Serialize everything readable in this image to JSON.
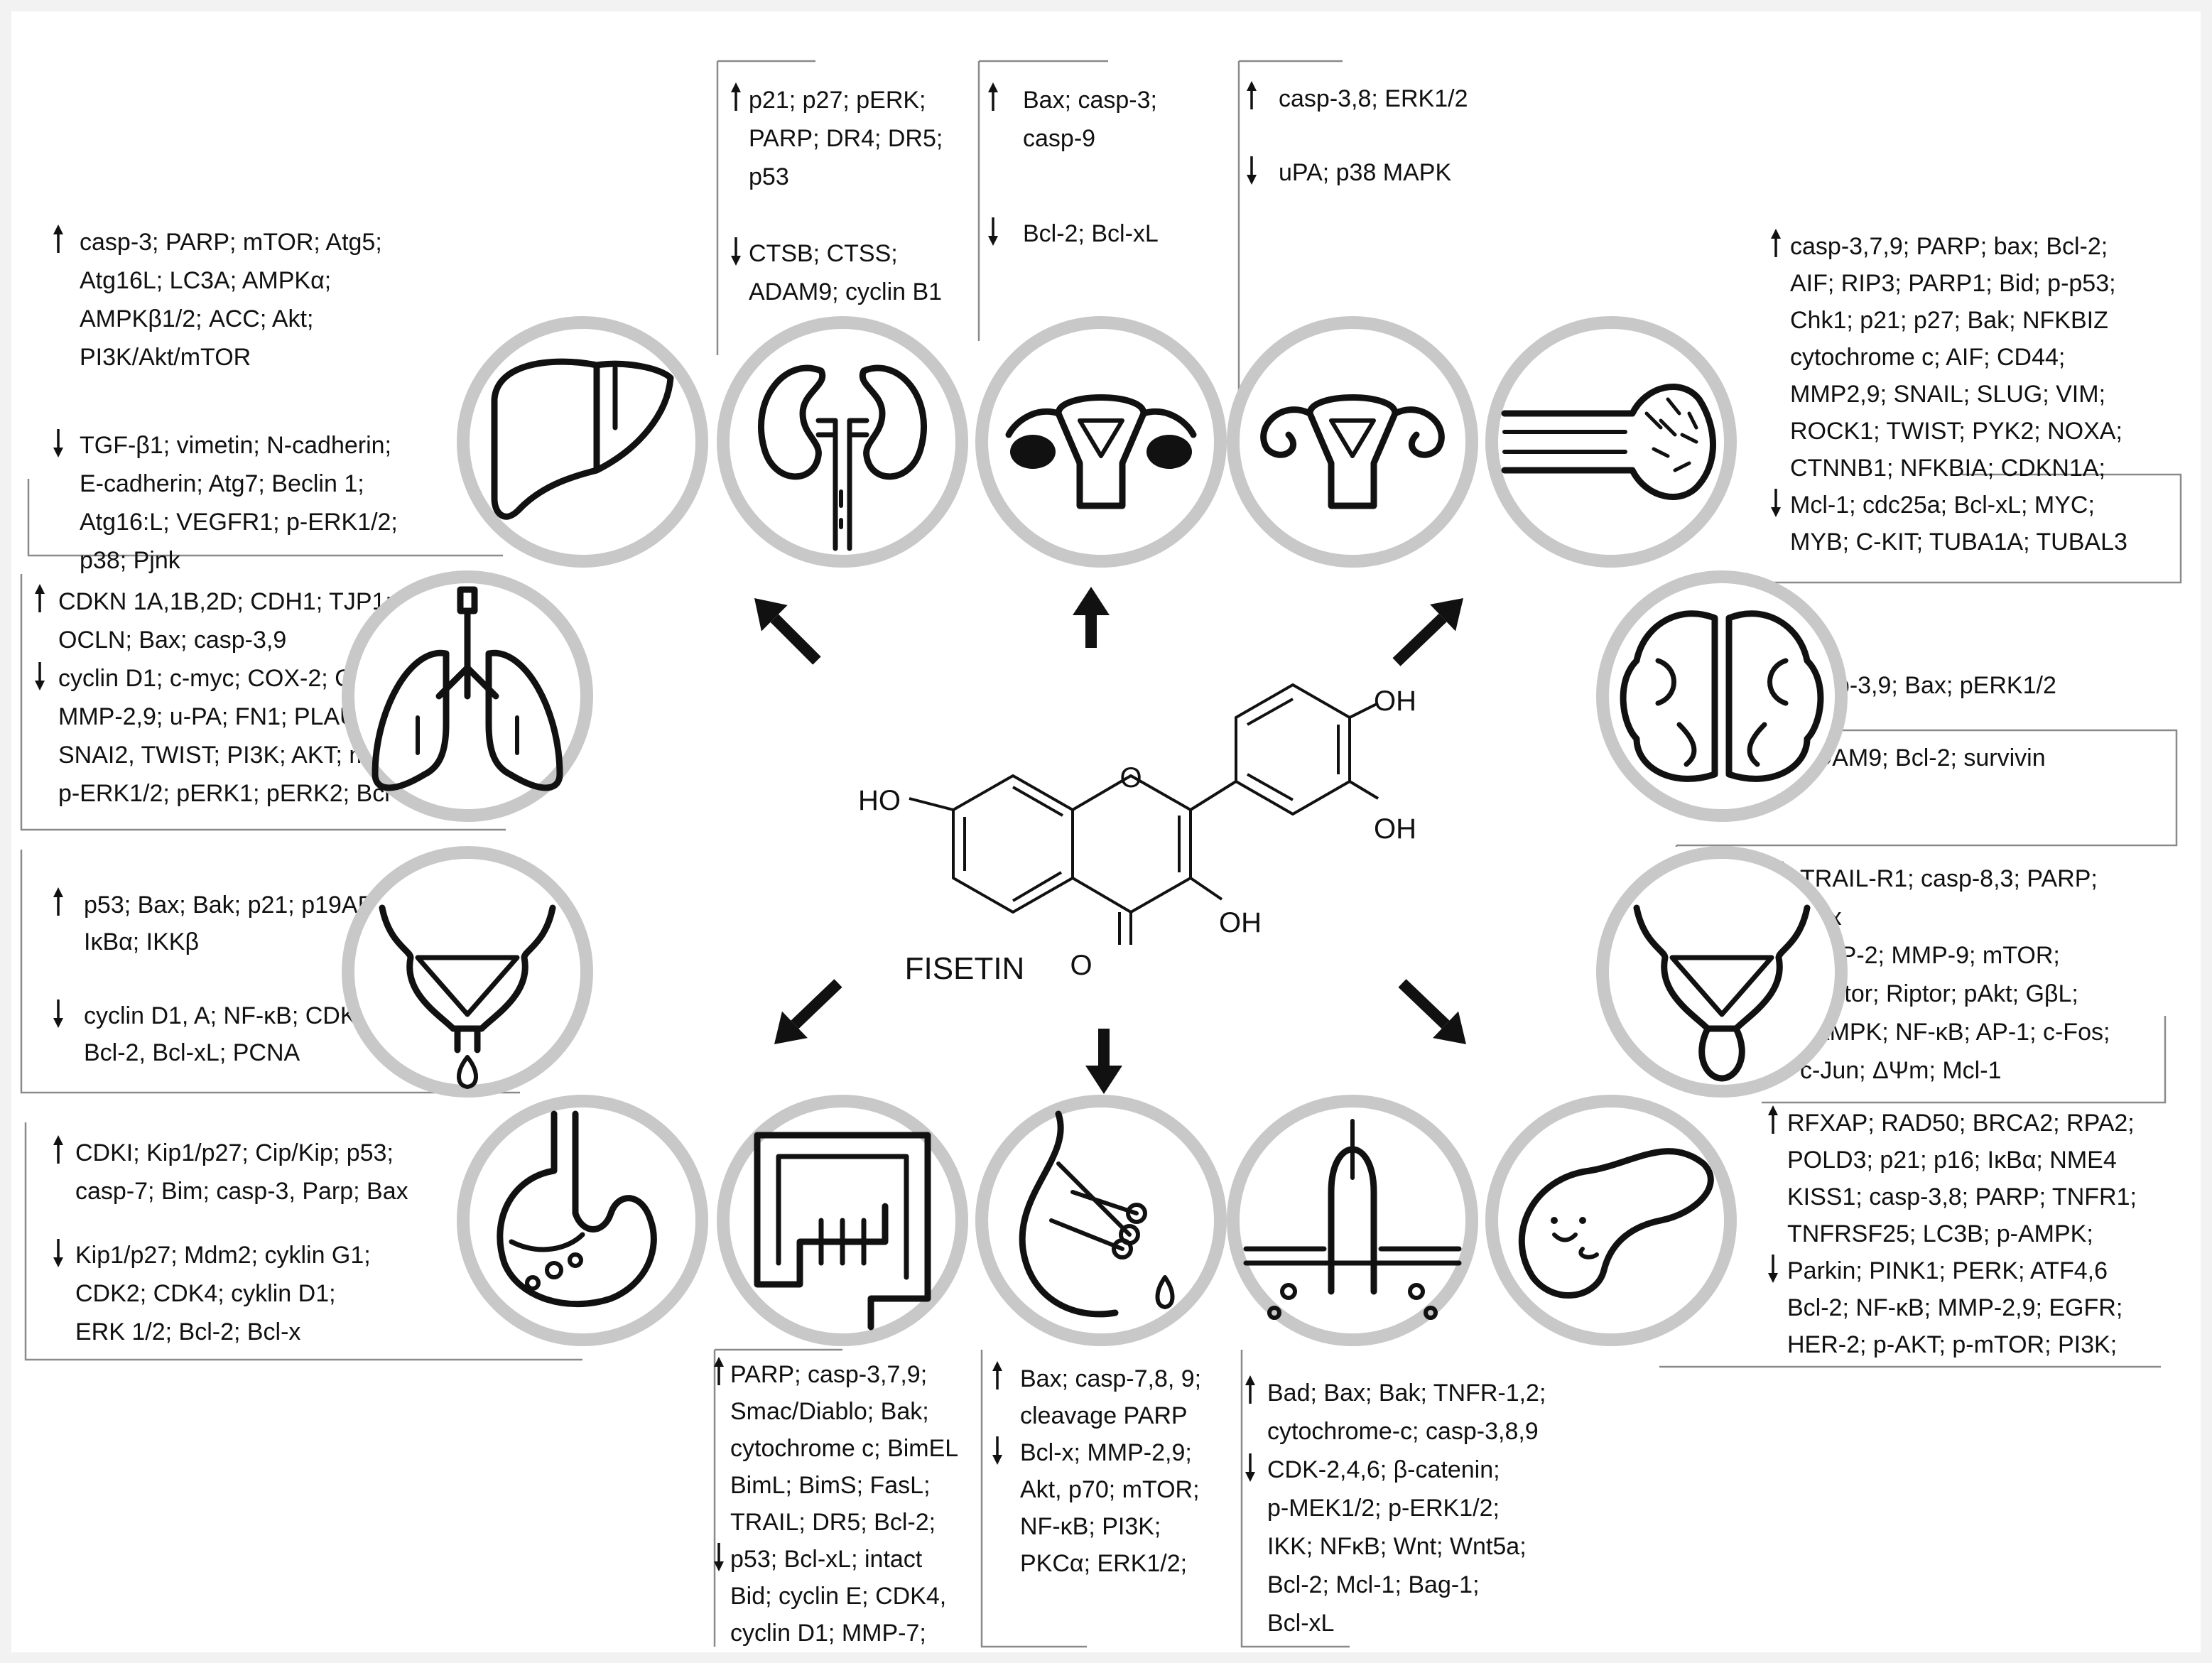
{
  "molecule": {
    "name": "FISETIN",
    "labels": {
      "ho_left": "HO",
      "oh_top": "OH",
      "oh_right": "OH",
      "oh_bottom": "OH",
      "ring_o": "O",
      "carbonyl_o": "O"
    }
  },
  "colors": {
    "icon_circle": "#c8c8c8",
    "ink": "#111111",
    "bracket": "#8a8a8a"
  },
  "organs": [
    {
      "id": "liver",
      "icon": "liver-icon"
    },
    {
      "id": "kidney",
      "icon": "kidney-icon"
    },
    {
      "id": "cervix",
      "icon": "uterus-ovaries-icon"
    },
    {
      "id": "ovary",
      "icon": "uterus-icon"
    },
    {
      "id": "bone",
      "icon": "bone-icon"
    },
    {
      "id": "lung",
      "icon": "lung-icon"
    },
    {
      "id": "brain",
      "icon": "brain-icon"
    },
    {
      "id": "bladder",
      "icon": "bladder-icon"
    },
    {
      "id": "prostate",
      "icon": "prostate-icon"
    },
    {
      "id": "stomach",
      "icon": "stomach-icon"
    },
    {
      "id": "colon",
      "icon": "colon-icon"
    },
    {
      "id": "breast",
      "icon": "breast-icon"
    },
    {
      "id": "skin",
      "icon": "skin-icon"
    },
    {
      "id": "pancreas",
      "icon": "pancreas-icon"
    }
  ],
  "text_blocks": {
    "liver": {
      "up": [
        "casp-3; PARP; mTOR;  Atg5;",
        "Atg16L;  LC3A;  AMPKα;",
        "AMPKβ1/2;  ACC;  Akt;",
        "PI3K/Akt/mTOR"
      ],
      "down": [
        "TGF-β1;  vimetin;  N-cadherin;",
        "E-cadherin; Atg7;  Beclin 1;",
        "Atg16:L;  VEGFR1;  p-ERK1/2;",
        "p38;  Pjnk"
      ]
    },
    "kidney": {
      "up": [
        "p21;  p27;  pERK;",
        "PARP;  DR4;  DR5;",
        "p53"
      ],
      "down": [
        "CTSB;  CTSS;",
        "ADAM9;  cyclin B1"
      ]
    },
    "cervix": {
      "up": [
        "Bax;  casp-3;",
        "casp-9"
      ],
      "down": [
        "Bcl-2;  Bcl-xL"
      ]
    },
    "ovary": {
      "up": [
        "casp-3,8;  ERK1/2"
      ],
      "down": [
        "uPA;  p38 MAPK"
      ]
    },
    "bone": {
      "up": [
        "casp-3,7,9;  PARP;  bax;  Bcl-2;",
        "AIF;  RIP3;  PARP1;  Bid;  p-p53;",
        "Chk1;  p21;  p27;  Bak;  NFKBIZ",
        "cytochrome c;  AIF;  CD44;",
        "MMP2,9;  SNAIL;  SLUG;  VIM;",
        "ROCK1;  TWIST;  PYK2;  NOXA;",
        "CTNNB1;  NFKBIA;  CDKN1A;"
      ],
      "down": [
        "Mcl-1;  cdc25a;  Bcl-xL;  MYC;",
        "MYB;  C-KIT;  TUBA1A;  TUBAL3"
      ]
    },
    "lung": {
      "up": [
        "CDKN 1A,1B,2D;  CDH1;  TJP1;",
        "OCLN;  Bax;  casp-3,9"
      ],
      "down": [
        "cyclin D1;  c-myc;  COX-2;  CDH2;",
        "MMP-2,9;  u-PA;  FN1;  PLAU;",
        "SNAI2,  TWIST;  PI3K;  AKT;  mTOR;",
        "p-ERK1/2;  pERK1;  pERK2;  Bcl-2"
      ]
    },
    "brain": {
      "up": [
        "casp-3,9;  Bax;  pERK1/2"
      ],
      "down": [
        "ADAM9;  Bcl-2;  survivin"
      ]
    },
    "bladder": {
      "up": [
        "p53;  Bax;  Bak;  p21;  p19ARF;",
        "IκBα;  IKKβ"
      ],
      "down": [
        "cyclin D1, A;  NF-κB;  CDK2,4;",
        "Bcl-2,  Bcl-xL;  PCNA"
      ]
    },
    "prostate": {
      "up": [
        "TRAIL-R1;  casp-8,3;  PARP;",
        "Bax"
      ],
      "down": [
        "MMP-2;  MMP-9;  mTOR;",
        "Raptor;  Riptor;  pAkt;  GβL;",
        "pAMPK;  NF-κB;  AP-1;  c-Fos;",
        "c-Jun;  ΔΨm;  Mcl-1"
      ]
    },
    "stomach": {
      "up": [
        "CDKI;  Kip1/p27;  Cip/Kip;  p53;",
        "casp-7;  Bim;  casp-3,  Parp;  Bax"
      ],
      "down": [
        "Kip1/p27;  Mdm2;  cyklin G1;",
        "CDK2;  CDK4;  cyklin D1;",
        "ERK  1/2;  Bcl-2;  Bcl-x"
      ]
    },
    "colon": {
      "up": [
        "PARP;  casp-3,7,9;",
        "Smac/Diablo;  Bak;",
        "cytochrome  c;  BimEL",
        "BimL;  BimS;  FasL;",
        "TRAIL;  DR5;  Bcl-2;"
      ],
      "down": [
        "p53;  Bcl-xL;  intact",
        "Bid;  cyclin E;  CDK4,",
        "cyclin D1;  MMP-7;"
      ]
    },
    "breast": {
      "up": [
        "Bax;  casp-7,8, 9;",
        "cleavage PARP"
      ],
      "down": [
        "Bcl-x;  MMP-2,9;",
        "Akt,  p70;  mTOR;",
        "NF-κB;  PI3K;",
        "PKCα;  ERK1/2;"
      ]
    },
    "skin": {
      "up": [
        "Bad;  Bax;  Bak;  TNFR-1,2;",
        "cytochrome-c;  casp-3,8,9"
      ],
      "down": [
        "CDK-2,4,6;  β-catenin;",
        "p-MEK1/2;  p-ERK1/2;",
        "IKK;  NFκB;  Wnt;  Wnt5a;",
        "Bcl-2;  Mcl-1;  Bag-1;",
        "Bcl-xL"
      ]
    },
    "pancreas": {
      "up": [
        "RFXAP;  RAD50;  BRCA2;  RPA2;",
        "POLD3;  p21;  p16;  IκBα;  NME4",
        "KISS1;  casp-3,8;  PARP;  TNFR1;",
        "TNFRSF25;  LC3B;  p-AMPK;"
      ],
      "down": [
        "Parkin;  PINK1;  PERK;  ATF4,6",
        "Bcl-2;  NF-κB;  MMP-2,9;  EGFR;",
        "HER-2;  p-AKT;  p-mTOR;  PI3K;"
      ]
    }
  }
}
